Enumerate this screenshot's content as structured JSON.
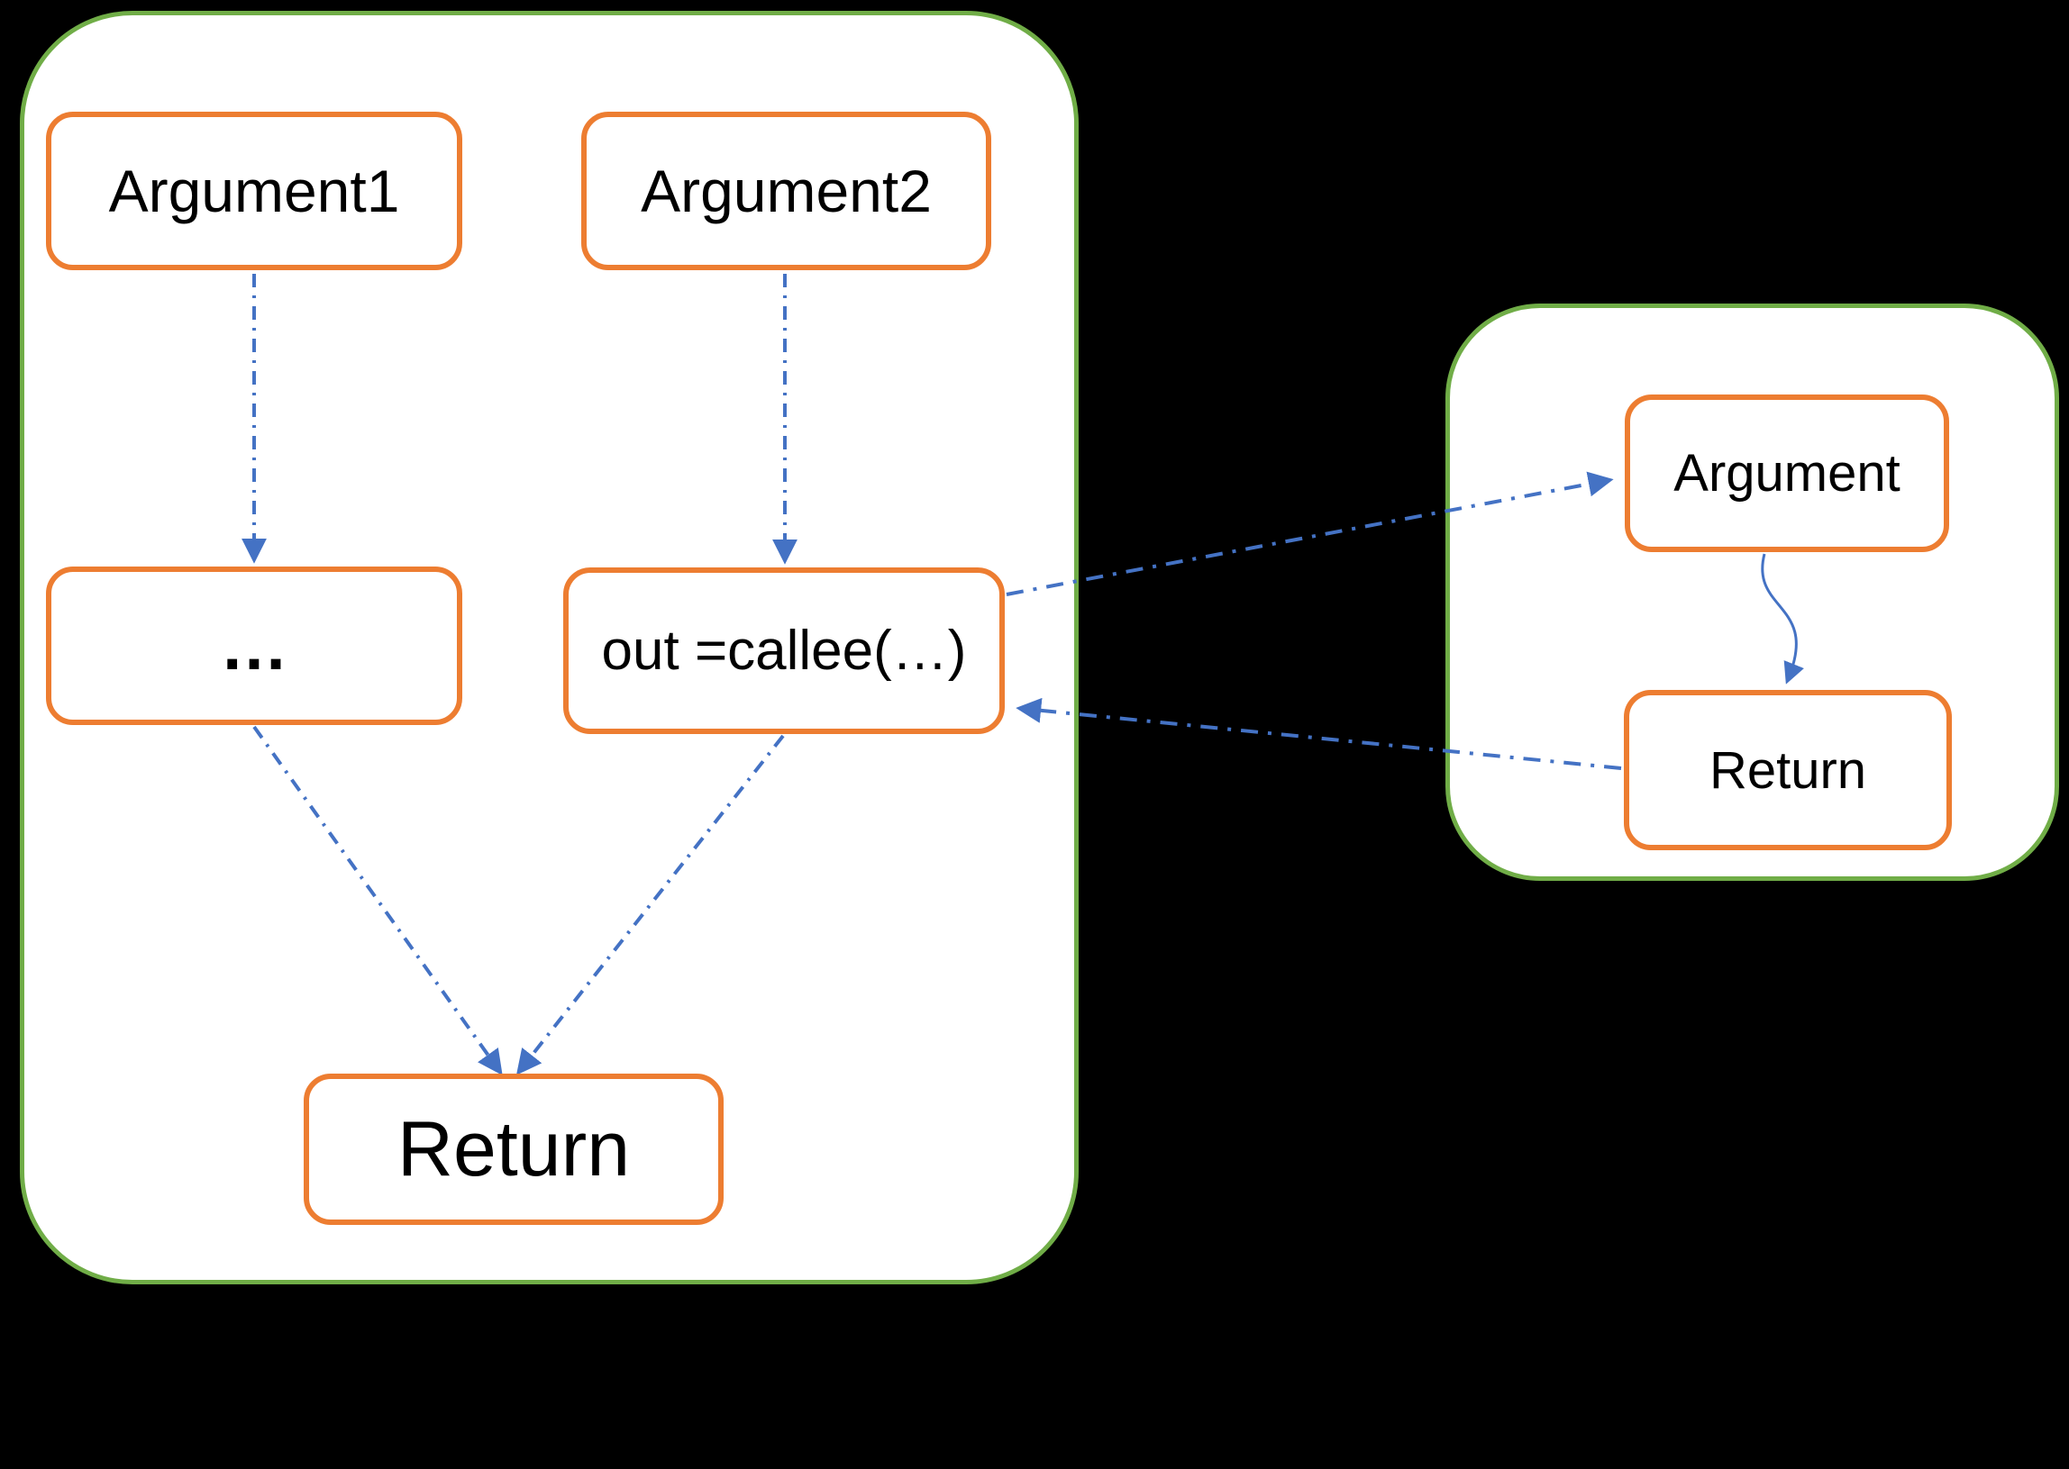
{
  "colors": {
    "background": "#000000",
    "container_border": "#70AD47",
    "node_border": "#ED7D31",
    "connector": "#4472C4",
    "node_fill": "#FFFFFF",
    "text": "#000000"
  },
  "caller_flow": {
    "argument1": {
      "label": "Argument1"
    },
    "argument2": {
      "label": "Argument2"
    },
    "ellipsis": {
      "label": "…"
    },
    "call": {
      "label": "out =callee(…)"
    },
    "return": {
      "label": "Return"
    }
  },
  "callee_flow": {
    "argument": {
      "label": "Argument"
    },
    "return": {
      "label": "Return"
    }
  }
}
